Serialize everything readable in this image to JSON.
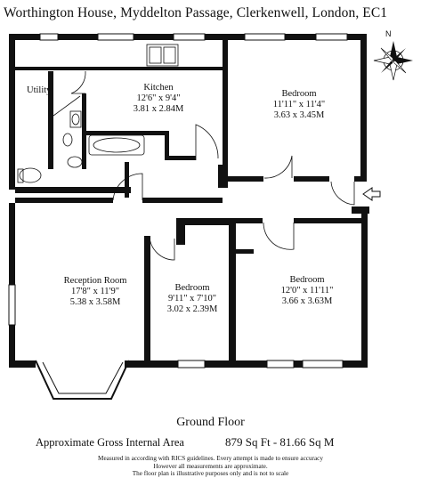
{
  "title": "Worthington House, Myddelton Passage, Clerkenwell, London, EC1",
  "compass": {
    "north_label": "N"
  },
  "rooms": {
    "utility": {
      "name": "Utility"
    },
    "kitchen": {
      "name": "Kitchen",
      "imperial": "12'6\" x 9'4\"",
      "metric": "3.81 x 2.84M"
    },
    "bedroom1": {
      "name": "Bedroom",
      "imperial": "11'11\" x 11'4\"",
      "metric": "3.63 x 3.45M"
    },
    "reception": {
      "name": "Reception Room",
      "imperial": "17'8\" x 11'9\"",
      "metric": "5.38 x 3.58M"
    },
    "bedroom2": {
      "name": "Bedroom",
      "imperial": "9'11\" x 7'10\"",
      "metric": "3.02 x 2.39M"
    },
    "bedroom3": {
      "name": "Bedroom",
      "imperial": "12'0\" x 11'11\"",
      "metric": "3.66 x 3.63M"
    }
  },
  "floor_name": "Ground Floor",
  "area": {
    "label": "Approximate Gross Internal Area",
    "value": "879 Sq Ft - 81.66 Sq M"
  },
  "disclaimer": {
    "line1": "Measured in according with RICS guidelines. Every attempt is made to ensure accuracy",
    "line2": "However all measurements are approximate.",
    "line3": "The floor plan is illustrative purposes only and is not to scale"
  }
}
